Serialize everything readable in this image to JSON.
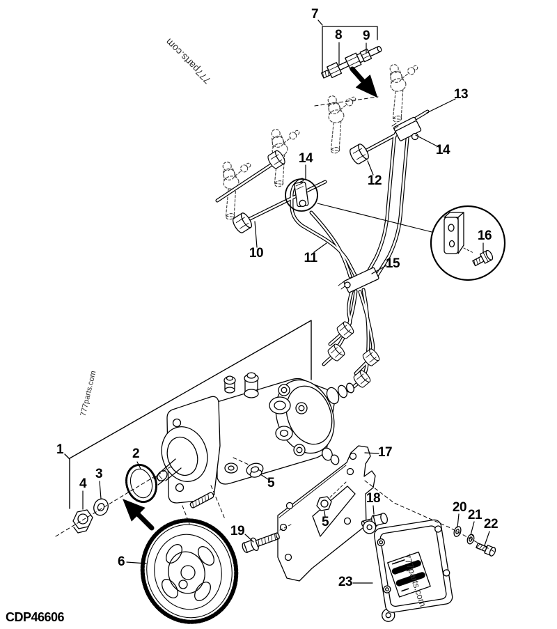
{
  "watermark": {
    "text": "777parts.com"
  },
  "footer": {
    "code": "CDP46606"
  },
  "callouts": {
    "n1": "1",
    "n2": "2",
    "n3": "3",
    "n4": "4",
    "n5a": "5",
    "n5b": "5",
    "n6": "6",
    "n7": "7",
    "n8": "8",
    "n9": "9",
    "n10": "10",
    "n11": "11",
    "n12": "12",
    "n13": "13",
    "n14a": "14",
    "n14b": "14",
    "n15": "15",
    "n16": "16",
    "n17": "17",
    "n18": "18",
    "n19": "19",
    "n20": "20",
    "n21": "21",
    "n22": "22",
    "n23": "23"
  }
}
